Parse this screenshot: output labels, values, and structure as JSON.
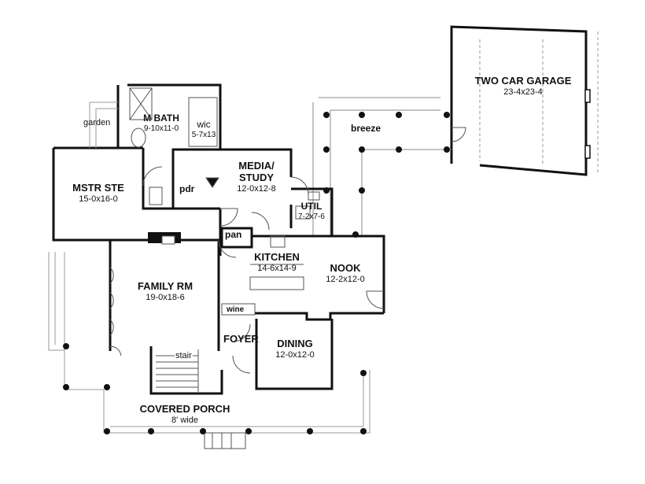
{
  "rooms": {
    "garage": {
      "name": "TWO CAR GARAGE",
      "dim": "23-4x23-4"
    },
    "breeze": {
      "name": "breeze"
    },
    "mbath": {
      "name": "M BATH",
      "dim": "9-10x11-0"
    },
    "wic": {
      "name": "wic",
      "dim": "5-7x13"
    },
    "garden": {
      "name": "garden"
    },
    "mstr": {
      "name": "MSTR STE",
      "dim": "15-0x16-0"
    },
    "pdr": {
      "name": "pdr"
    },
    "media": {
      "name": "MEDIA/",
      "name2": "STUDY",
      "dim": "12-0x12-8"
    },
    "util": {
      "name": "UTIL",
      "dim": "7-2x7-6"
    },
    "pan": {
      "name": "pan"
    },
    "kitchen": {
      "name": "KITCHEN",
      "dim": "14-6x14-9"
    },
    "nook": {
      "name": "NOOK",
      "dim": "12-2x12-0"
    },
    "family": {
      "name": "FAMILY RM",
      "dim": "19-0x18-6"
    },
    "wine": {
      "name": "wine"
    },
    "foyer": {
      "name": "FOYER"
    },
    "dining": {
      "name": "DINING",
      "dim": "12-0x12-0"
    },
    "stair": {
      "name": "stair"
    },
    "porch": {
      "name": "COVERED PORCH",
      "dim": "8' wide"
    }
  },
  "colors": {
    "wall": "#111111",
    "thin": "#555555",
    "rail": "#888888",
    "bg": "#ffffff"
  }
}
